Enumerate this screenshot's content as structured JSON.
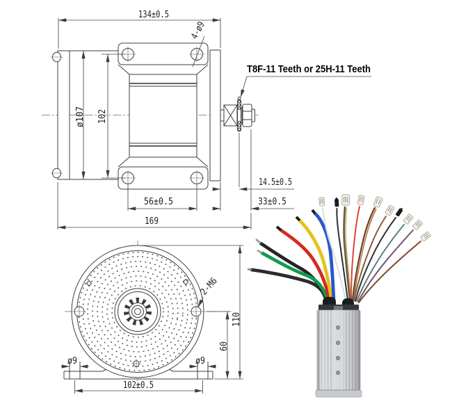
{
  "page": {
    "background": "#ffffff"
  },
  "side_view": {
    "label_sprocket": "T8F-11 Teeth or 25H-11 Teeth",
    "dim_width": "134±0.5",
    "dim_bracket_holes": "4-ø9",
    "dim_body_diameter": "ø107",
    "dim_mount_span_vertical": "102",
    "dim_sprocket_offset": "14.5±0.5",
    "dim_shaft_length": "33±0.5",
    "dim_bracket_hole_spacing": "56±0.5",
    "dim_overall_length": "169"
  },
  "front_view": {
    "dim_face_holes": "2-M6",
    "dim_overall_height": "110",
    "dim_axis_height": "60",
    "dim_foot_hole_left": "ø9",
    "dim_foot_hole_right": "ø9",
    "dim_foot_hole_spacing": "102±0.5"
  },
  "controller": {
    "body_color": "#ced1d5",
    "wires_thick": [
      {
        "name": "black-phase",
        "color": "#242424"
      },
      {
        "name": "green-phase",
        "color": "#13994f"
      },
      {
        "name": "black-battery",
        "color": "#2b2b2d"
      },
      {
        "name": "red-battery",
        "color": "#d62a1e"
      },
      {
        "name": "yellow-phase",
        "color": "#e2c31d"
      },
      {
        "name": "blue-phase",
        "color": "#2857c9"
      }
    ],
    "wires_thin": [
      {
        "name": "white-signal",
        "color": "#d9dfdf"
      },
      {
        "name": "black-signal",
        "color": "#2e2e30"
      },
      {
        "name": "olive-bundle",
        "color": "#5c5e38"
      },
      {
        "name": "tan-bundle",
        "color": "#bf9350"
      },
      {
        "name": "red-signal",
        "color": "#d8453a"
      },
      {
        "name": "brown-bundle",
        "color": "#744526"
      },
      {
        "name": "copper-bundle",
        "color": "#a96a36"
      },
      {
        "name": "brown-pair",
        "color": "#8a5a38"
      },
      {
        "name": "black-thin",
        "color": "#333335"
      },
      {
        "name": "teal-signal",
        "color": "#5d7f76"
      },
      {
        "name": "purple-signal",
        "color": "#6b5273"
      },
      {
        "name": "brown-signal",
        "color": "#7c4a2e"
      }
    ]
  }
}
